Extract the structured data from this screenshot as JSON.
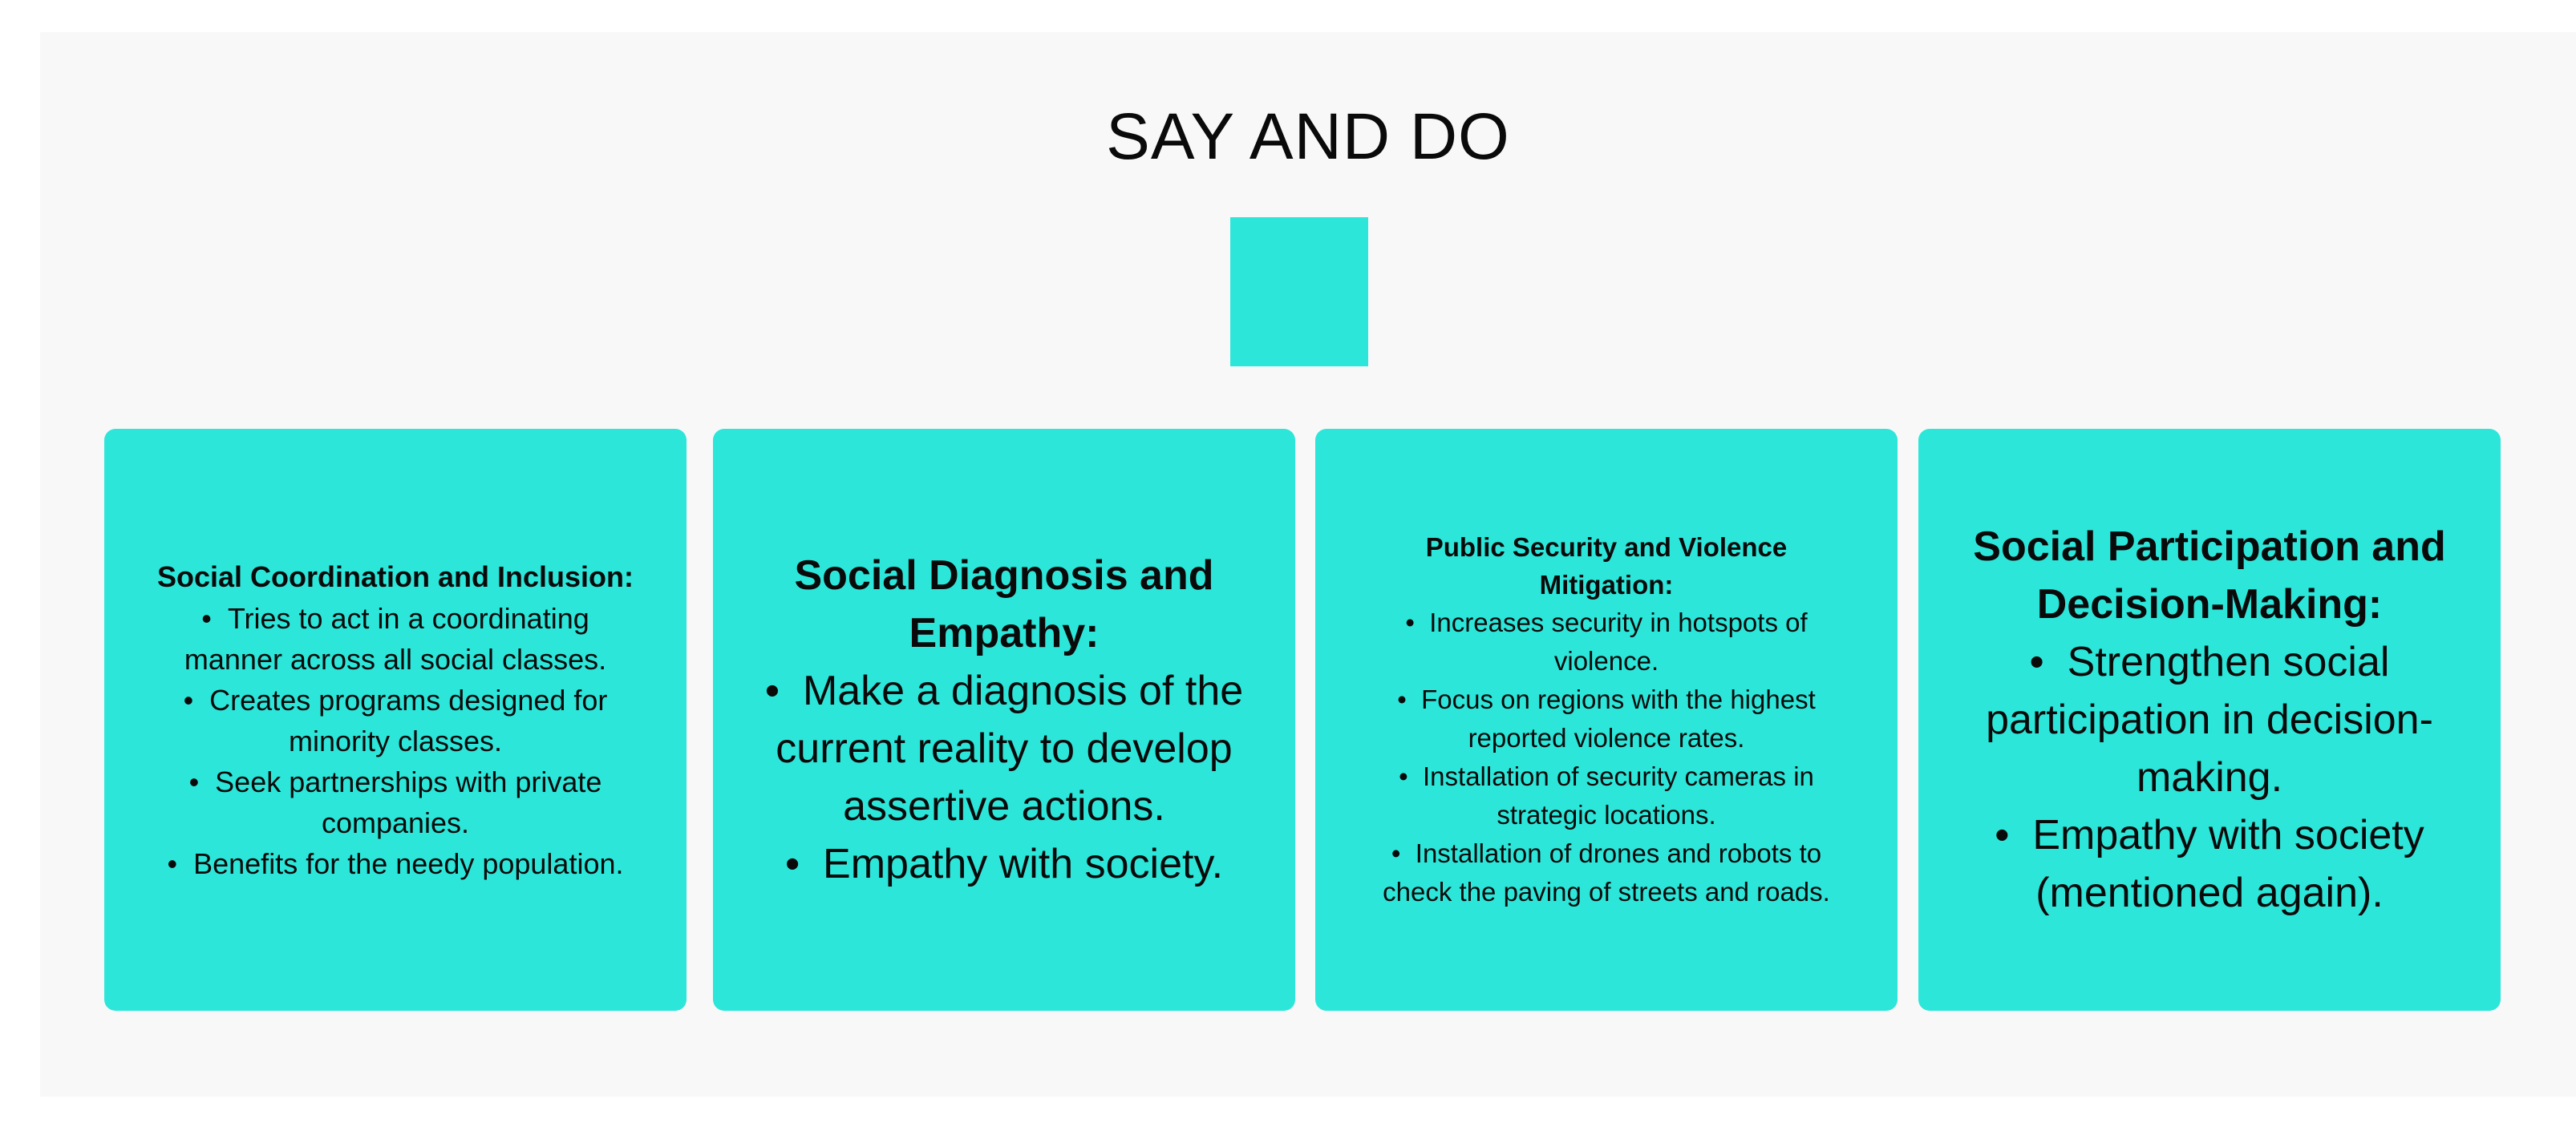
{
  "title": "SAY AND DO",
  "colors": {
    "accent": "#2ce6da",
    "board": "#f8f8f8"
  },
  "cards": [
    {
      "title": "Social Coordination and Inclusion:",
      "items": [
        "Tries to act in a coordinating manner across all social classes.",
        "Creates programs designed for minority classes.",
        "Seek partnerships with private companies.",
        "Benefits for the needy population."
      ]
    },
    {
      "title": "Social Diagnosis and Empathy:",
      "items": [
        "Make a diagnosis of the current reality to develop assertive actions.",
        "Empathy with society."
      ]
    },
    {
      "title": "Public Security and Violence Mitigation:",
      "items": [
        "Increases security in hotspots of violence.",
        "Focus on regions with the highest reported violence rates.",
        "Installation of security cameras in strategic locations.",
        "Installation of drones and robots to check the paving of streets and roads."
      ]
    },
    {
      "title": "Social Participation and Decision-Making:",
      "items": [
        "Strengthen social participation in decision-making.",
        "Empathy with society (mentioned again)."
      ]
    }
  ]
}
